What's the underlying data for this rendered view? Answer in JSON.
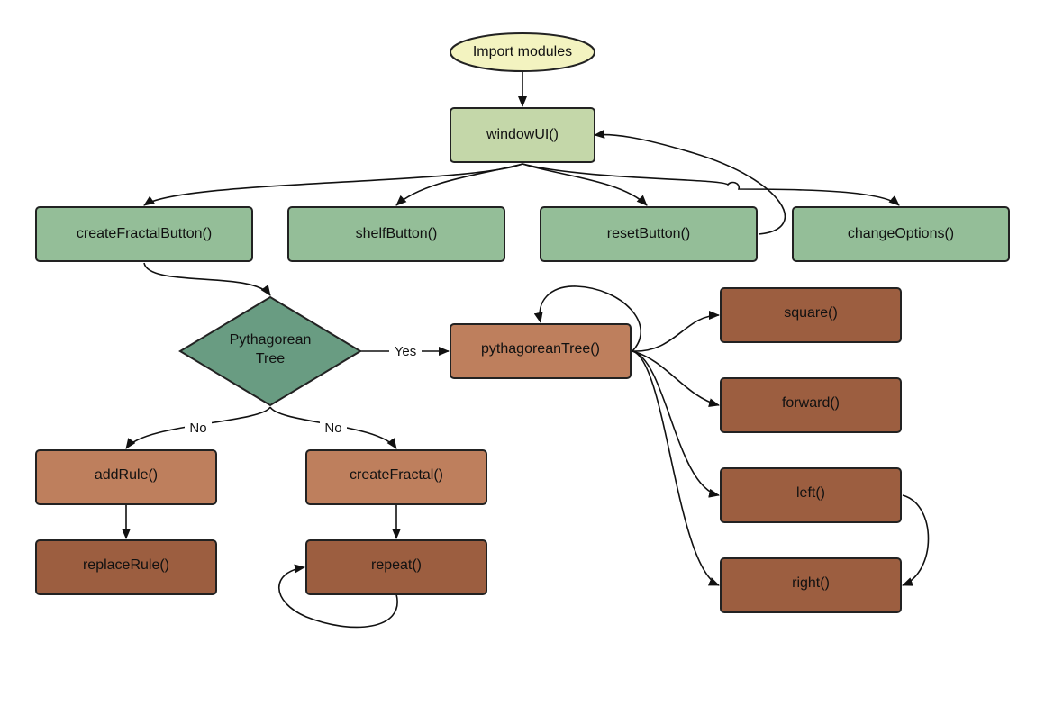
{
  "colors": {
    "start": "#f3f3c0",
    "window": "#c4d7a9",
    "button": "#94be98",
    "decision": "#699c82",
    "func": "#be7f5d",
    "leaf": "#9c5e40",
    "stroke": "#222222"
  },
  "nodes": {
    "import_modules": "Import modules",
    "window_ui": "windowUI()",
    "create_fractal_button": "createFractalButton()",
    "shelf_button": "shelfButton()",
    "reset_button": "resetButton()",
    "change_options": "changeOptions()",
    "pythagorean_tree_decision": [
      "Pythagorean",
      "Tree"
    ],
    "pythagorean_tree_func": "pythagoreanTree()",
    "square": "square()",
    "forward": "forward()",
    "left": "left()",
    "right": "right()",
    "add_rule": "addRule()",
    "replace_rule": "replaceRule()",
    "create_fractal": "createFractal()",
    "repeat": "repeat()"
  },
  "edge_labels": {
    "yes": "Yes",
    "no_left": "No",
    "no_right": "No"
  }
}
